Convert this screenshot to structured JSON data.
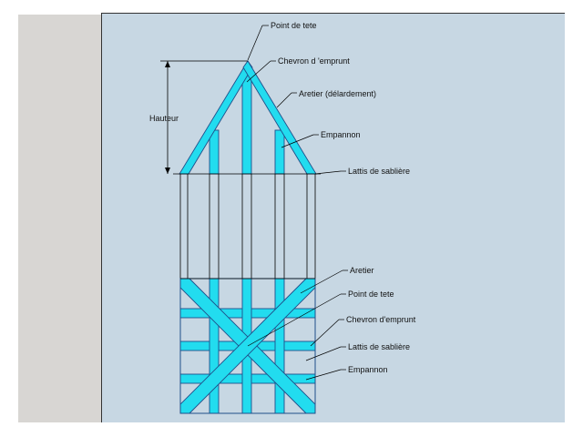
{
  "labels": {
    "elevation": {
      "point_de_tete": "Point de tete",
      "chevron_d_emprunt": "Chevron d 'emprunt",
      "aretier_delardement": "Aretier (délardement)",
      "empannon": "Empannon",
      "lattis_de_sabliere": "Lattis de sablière",
      "hauteur": "Hauteur"
    },
    "plan": {
      "aretier": "Aretier",
      "point_de_tete": "Point de tete",
      "chevron_d_emprunt": "Chevron d'emprunt",
      "lattis_de_sabliere": "Lattis de sablière",
      "empannon": "Empannon"
    }
  },
  "colors": {
    "viewport_bg": "#c7d7e3",
    "panel_bg": "#d8d6d3",
    "timber": "#22dcef",
    "timber_edge": "#1f4f8a"
  }
}
